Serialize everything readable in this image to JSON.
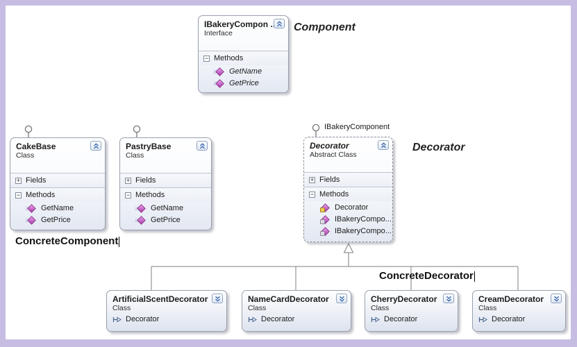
{
  "frame": {
    "border_color": "#c7bde3",
    "canvas_color": "#ffffff"
  },
  "labels": {
    "component": "Component",
    "decorator_role": "Decorator",
    "concrete_component": "ConcreteComponent",
    "concrete_decorator": "ConcreteDecorator"
  },
  "lollipop": {
    "decorator_interface_label": "IBakeryComponent"
  },
  "icons": {
    "expand_plus": "+",
    "collapse_minus": "−"
  },
  "nodes": {
    "ibakery": {
      "title": "IBakeryCompon ...",
      "stereotype": "Interface",
      "methods_header": "Methods",
      "methods": [
        "GetName",
        "GetPrice"
      ]
    },
    "cake": {
      "title": "CakeBase",
      "stereotype": "Class",
      "fields_header": "Fields",
      "methods_header": "Methods",
      "methods": [
        "GetName",
        "GetPrice"
      ]
    },
    "pastry": {
      "title": "PastryBase",
      "stereotype": "Class",
      "fields_header": "Fields",
      "methods_header": "Methods",
      "methods": [
        "GetName",
        "GetPrice"
      ]
    },
    "decorator": {
      "title": "Decorator",
      "stereotype": "Abstract Class",
      "fields_header": "Fields",
      "methods_header": "Methods",
      "methods": [
        "Decorator",
        "IBakeryCompo...",
        "IBakeryCompo..."
      ]
    },
    "artificial_scent": {
      "title": "ArtificialScentDecorator",
      "stereotype": "Class",
      "base": "Decorator"
    },
    "name_card": {
      "title": "NameCardDecorator",
      "stereotype": "Class",
      "base": "Decorator"
    },
    "cherry": {
      "title": "CherryDecorator",
      "stereotype": "Class",
      "base": "Decorator"
    },
    "cream": {
      "title": "CreamDecorator",
      "stereotype": "Class",
      "base": "Decorator"
    }
  }
}
